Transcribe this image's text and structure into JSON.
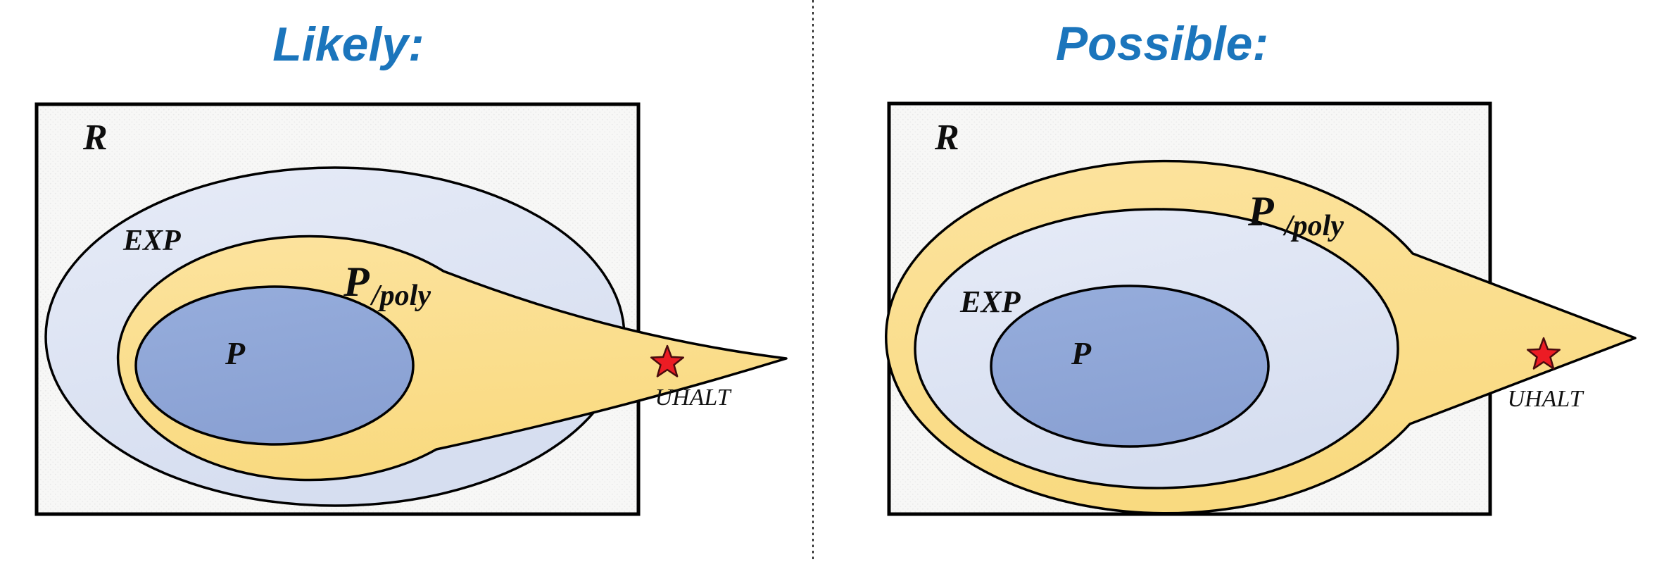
{
  "left_panel": {
    "title": "Likely:",
    "labels": {
      "universe": "R",
      "exp": "EXP",
      "ppoly_base": "P",
      "ppoly_sub": "/poly",
      "p": "P",
      "uhalt": "UHALT"
    },
    "star": {
      "symbol": "red-star",
      "label": "UHALT"
    }
  },
  "right_panel": {
    "title": "Possible:",
    "labels": {
      "universe": "R",
      "exp": "EXP",
      "ppoly_base": "P",
      "ppoly_sub": "/poly",
      "p": "P",
      "uhalt": "UHALT"
    },
    "star": {
      "symbol": "red-star",
      "label": "UHALT"
    }
  },
  "colors": {
    "title_blue": "#1B75BC",
    "region_fill": "#F6F6F5",
    "exp_fill": "#DCE3F2",
    "ppoly_fill": "#FADE8C",
    "p_fill": "#8FA6D7",
    "star_red": "#EC1C24",
    "outline": "#000000"
  }
}
